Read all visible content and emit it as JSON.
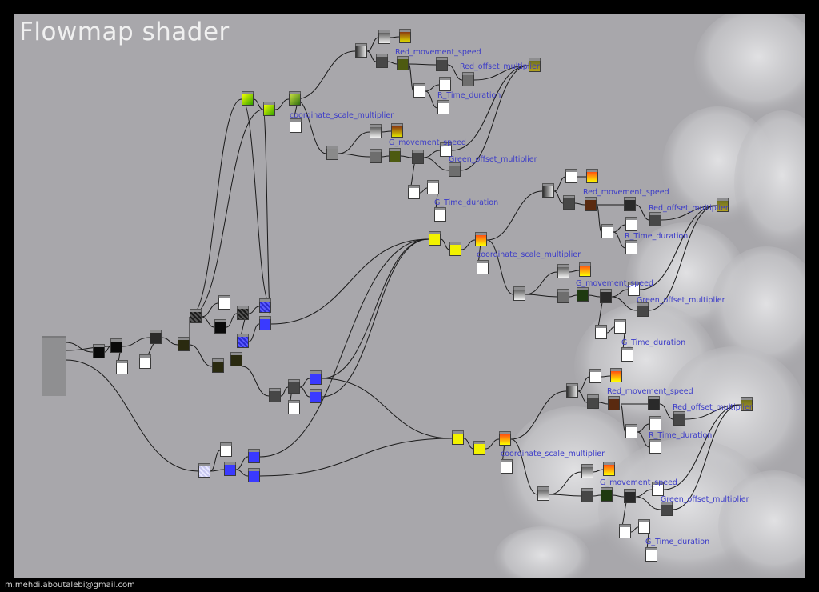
{
  "title": "Flowmap shader",
  "footer_email": "m.mehdi.aboutalebi@gmail.com",
  "param_labels": {
    "red_movement_speed": "Red_movement_speed",
    "red_offset_multiplier": "Red_offset_multiplier",
    "r_time_duration": "R_Time_duration",
    "coordinate_scale_multiplier": "coordinate_scale_multiplier",
    "g_movement_speed": "G_movement_speed",
    "green_offset_multiplier": "Green_offset_multiplier",
    "g_time_duration": "G_Time_duration"
  },
  "colors": {
    "canvas_bg": "#a8a7ab",
    "label_blue": "#3b3bc9",
    "wire": "#1a1a1a"
  }
}
